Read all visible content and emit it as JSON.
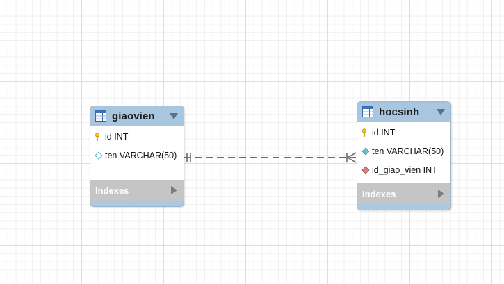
{
  "colors": {
    "header": "#a9c6e0",
    "indexes_bar": "#c5c5c5",
    "line": "#6b6b6b",
    "pk_icon": "#f2c21b",
    "column_icon": "#5fc6cf",
    "fk_icon": "#d97f7f"
  },
  "entities": {
    "giaovien": {
      "name": "giaovien",
      "columns": [
        {
          "label": "id INT",
          "icon": "primary-key-icon"
        },
        {
          "label": "ten VARCHAR(50)",
          "icon": "column-diamond-icon"
        }
      ],
      "indexes_label": "Indexes"
    },
    "hocsinh": {
      "name": "hocsinh",
      "columns": [
        {
          "label": "id INT",
          "icon": "primary-key-icon"
        },
        {
          "label": "ten VARCHAR(50)",
          "icon": "column-diamond-icon"
        },
        {
          "label": "id_giao_vien INT",
          "icon": "foreign-key-diamond-icon"
        }
      ],
      "indexes_label": "Indexes"
    }
  },
  "relationship": {
    "from_cardinality": "one-and-only-one",
    "to_cardinality": "one-or-many",
    "style": "dashed"
  }
}
